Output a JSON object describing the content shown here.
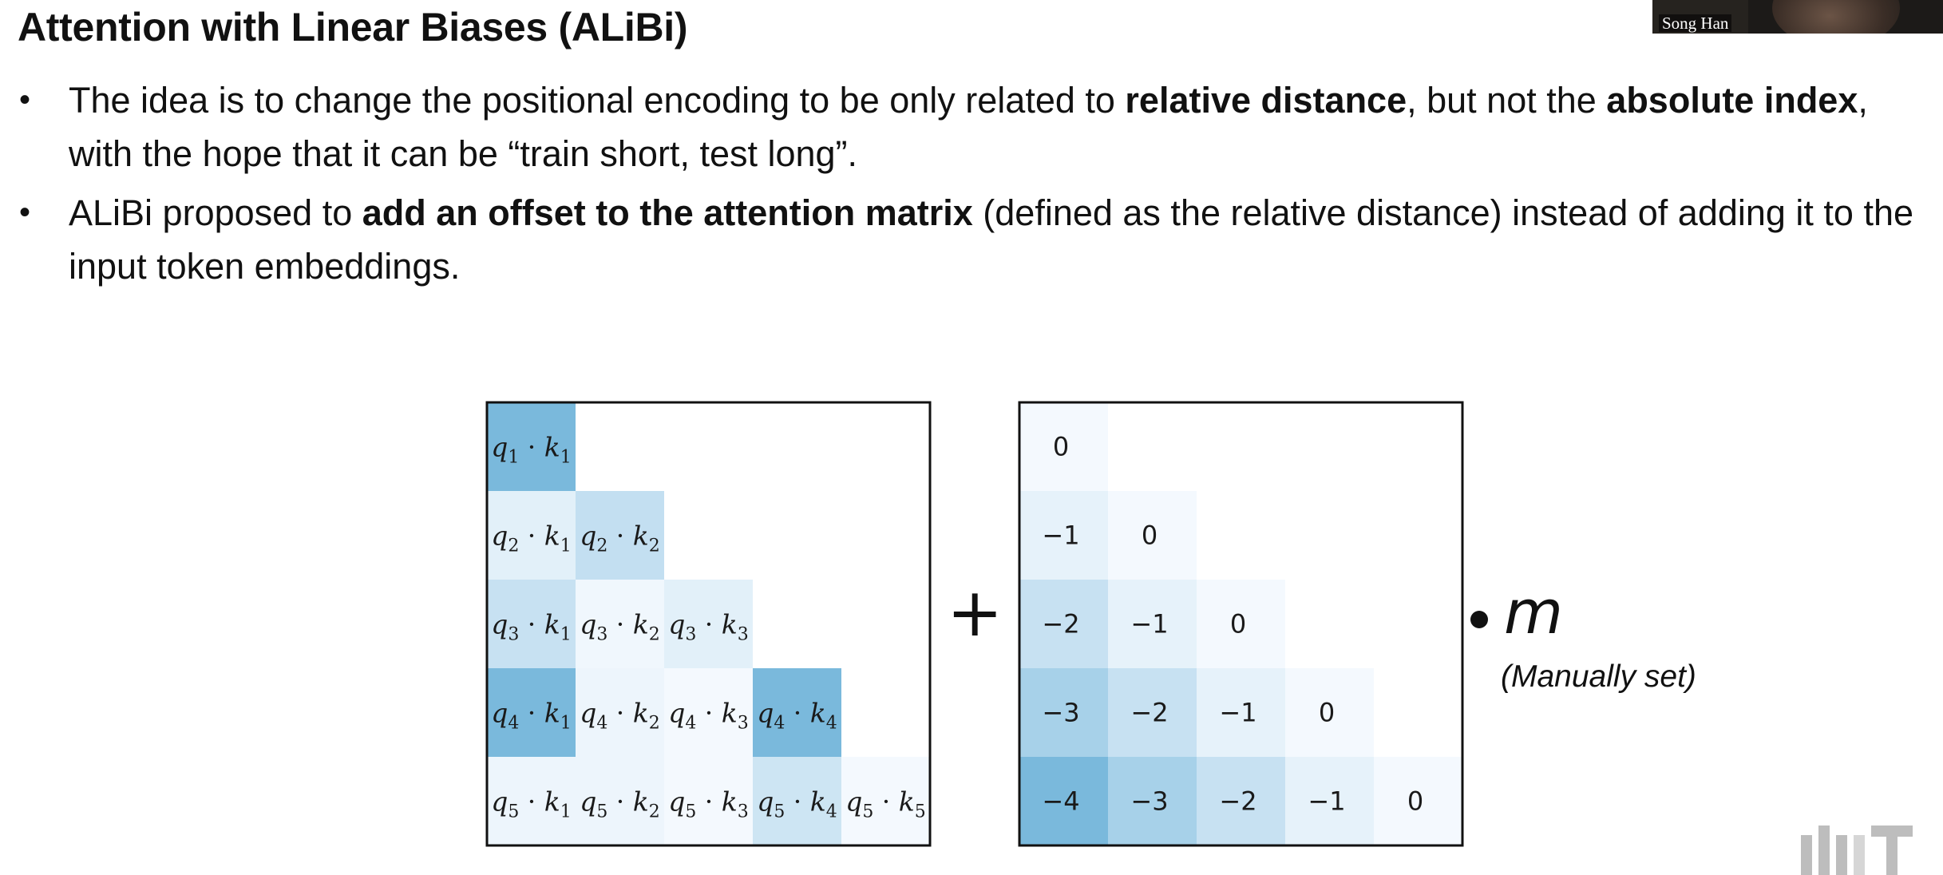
{
  "slide": {
    "title": "Attention with Linear Biases (ALiBi)",
    "speaker": "Song Han"
  },
  "bullets": [
    {
      "segments": [
        {
          "text": "The idea is to change the positional encoding to be only related to ",
          "bold": false
        },
        {
          "text": "relative distance",
          "bold": true
        },
        {
          "text": ", but not the ",
          "bold": false
        },
        {
          "text": "absolute index",
          "bold": true
        },
        {
          "text": ", with the hope that it can be “train short, test long”.",
          "bold": false
        }
      ]
    },
    {
      "segments": [
        {
          "text": "ALiBi proposed to ",
          "bold": false
        },
        {
          "text": "add an offset to the attention matrix",
          "bold": true
        },
        {
          "text": " (defined as the relative distance) instead of adding it to the input token embeddings.",
          "bold": false
        }
      ]
    }
  ],
  "figure": {
    "operator": "+",
    "multiplier": "m",
    "multiplier_note": "(Manually set)",
    "attention_matrix": {
      "rows": [
        [
          {
            "q": "1",
            "k": "1",
            "shade": 0.72
          }
        ],
        [
          {
            "q": "2",
            "k": "1",
            "shade": 0.12
          },
          {
            "q": "2",
            "k": "2",
            "shade": 0.3
          }
        ],
        [
          {
            "q": "3",
            "k": "1",
            "shade": 0.28
          },
          {
            "q": "3",
            "k": "2",
            "shade": 0.04
          },
          {
            "q": "3",
            "k": "3",
            "shade": 0.12
          }
        ],
        [
          {
            "q": "4",
            "k": "1",
            "shade": 0.72
          },
          {
            "q": "4",
            "k": "2",
            "shade": 0.06
          },
          {
            "q": "4",
            "k": "3",
            "shade": 0.02
          },
          {
            "q": "4",
            "k": "4",
            "shade": 0.72
          }
        ],
        [
          {
            "q": "5",
            "k": "1",
            "shade": 0.06
          },
          {
            "q": "5",
            "k": "2",
            "shade": 0.06
          },
          {
            "q": "5",
            "k": "3",
            "shade": 0.02
          },
          {
            "q": "5",
            "k": "4",
            "shade": 0.24
          },
          {
            "q": "5",
            "k": "5",
            "shade": 0.02
          }
        ]
      ]
    },
    "bias_matrix": {
      "rows": [
        [
          {
            "v": "0",
            "shade": 0.02
          }
        ],
        [
          {
            "v": "−1",
            "shade": 0.1
          },
          {
            "v": "0",
            "shade": 0.02
          }
        ],
        [
          {
            "v": "−2",
            "shade": 0.28
          },
          {
            "v": "−1",
            "shade": 0.1
          },
          {
            "v": "0",
            "shade": 0.02
          }
        ],
        [
          {
            "v": "−3",
            "shade": 0.46
          },
          {
            "v": "−2",
            "shade": 0.28
          },
          {
            "v": "−1",
            "shade": 0.1
          },
          {
            "v": "0",
            "shade": 0.02
          }
        ],
        [
          {
            "v": "−4",
            "shade": 0.72
          },
          {
            "v": "−3",
            "shade": 0.46
          },
          {
            "v": "−2",
            "shade": 0.28
          },
          {
            "v": "−1",
            "shade": 0.1
          },
          {
            "v": "0",
            "shade": 0.02
          }
        ]
      ]
    }
  },
  "branding": {
    "logo_icon": "mit-logo-icon",
    "accent_color": "#4a9fcf",
    "light_color": "#f7fbff"
  }
}
